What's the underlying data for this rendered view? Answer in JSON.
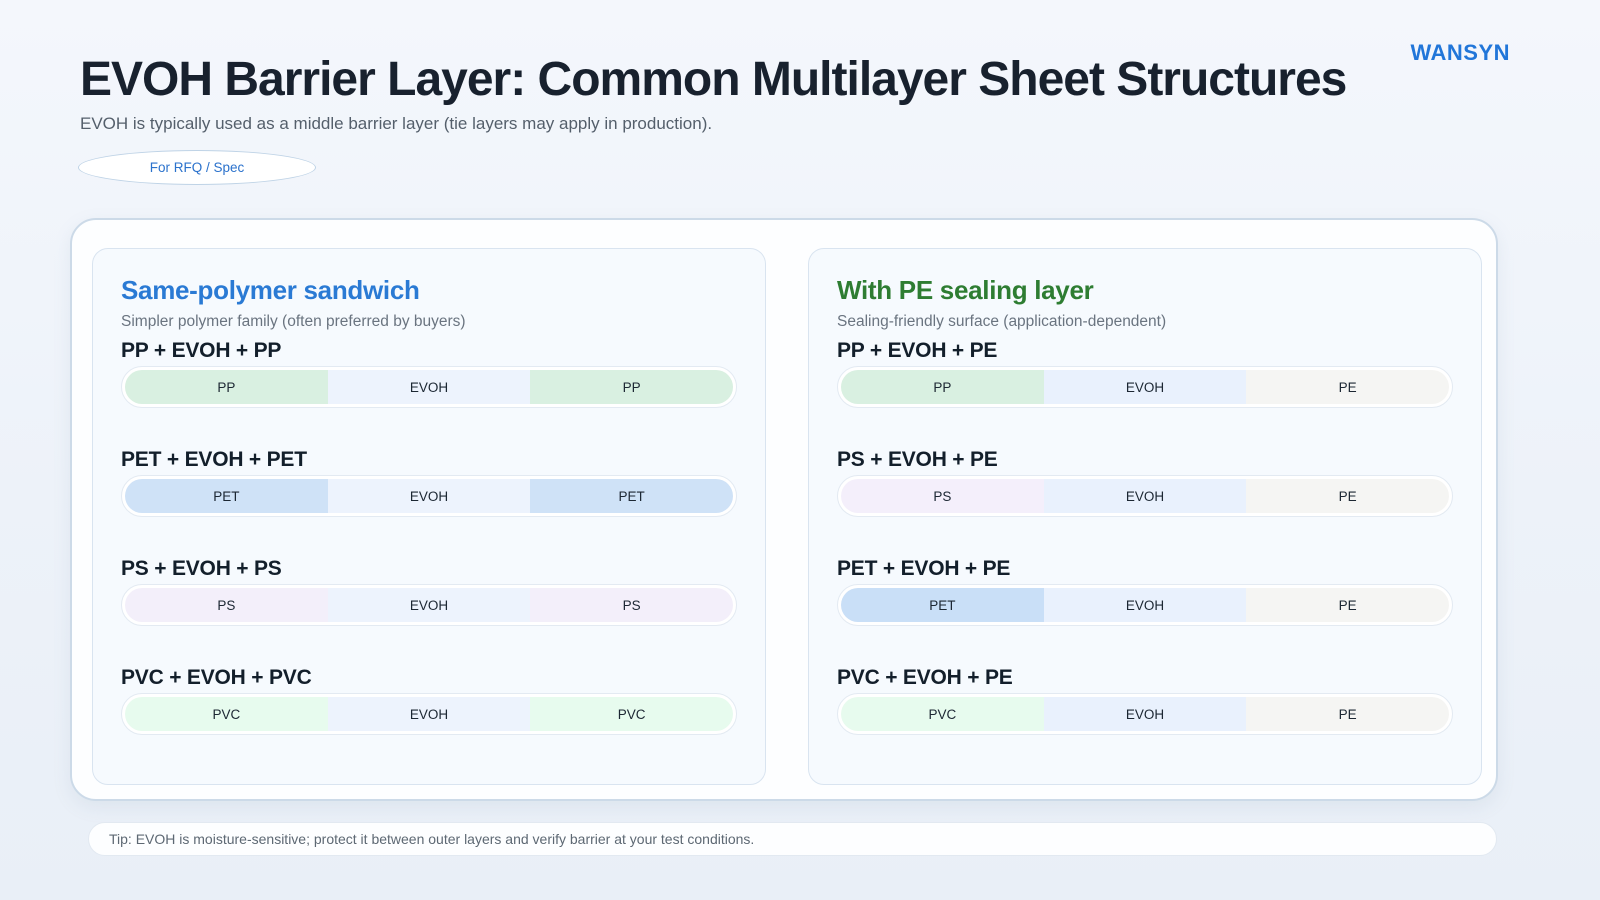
{
  "brand": "WANSYN",
  "header": {
    "title": "EVOH Barrier Layer: Common Multilayer Sheet Structures",
    "subtitle": "EVOH is typically used as a middle barrier layer (tie layers may apply in production).",
    "badge_label": "For RFQ / Spec"
  },
  "colors": {
    "logo_blue": "#2176d9",
    "panel_left_accent": "#2a7ad4",
    "panel_right_accent": "#2e7d32",
    "pp": "#d9f0e1",
    "pet_left": "#cfe2f7",
    "pet_right": "#c9dff7",
    "ps": "#f3effa",
    "pvc": "#e7fbee",
    "pe": "#f5f5f3",
    "evoh_left": "#edf3fd",
    "evoh_right": "#e9f1fd"
  },
  "panels": [
    {
      "title": "Same-polymer sandwich",
      "subtitle": "Simpler polymer family (often preferred by buyers)",
      "rows": [
        {
          "name": "PP + EVOH + PP",
          "segments": [
            {
              "label": "PP",
              "color": "#d9f0e1"
            },
            {
              "label": "EVOH",
              "color": "#edf3fd"
            },
            {
              "label": "PP",
              "color": "#d9f0e1"
            }
          ]
        },
        {
          "name": "PET + EVOH + PET",
          "segments": [
            {
              "label": "PET",
              "color": "#cfe2f7"
            },
            {
              "label": "EVOH",
              "color": "#edf3fd"
            },
            {
              "label": "PET",
              "color": "#cfe2f7"
            }
          ]
        },
        {
          "name": "PS + EVOH + PS",
          "segments": [
            {
              "label": "PS",
              "color": "#f3effa"
            },
            {
              "label": "EVOH",
              "color": "#edf3fd"
            },
            {
              "label": "PS",
              "color": "#f3effa"
            }
          ]
        },
        {
          "name": "PVC + EVOH + PVC",
          "segments": [
            {
              "label": "PVC",
              "color": "#e7fbee"
            },
            {
              "label": "EVOH",
              "color": "#edf3fd"
            },
            {
              "label": "PVC",
              "color": "#e7fbee"
            }
          ]
        }
      ]
    },
    {
      "title": "With PE sealing layer",
      "subtitle": "Sealing-friendly surface (application-dependent)",
      "rows": [
        {
          "name": "PP + EVOH + PE",
          "segments": [
            {
              "label": "PP",
              "color": "#d9f0e1"
            },
            {
              "label": "EVOH",
              "color": "#e9f1fd"
            },
            {
              "label": "PE",
              "color": "#f5f5f3"
            }
          ]
        },
        {
          "name": "PS + EVOH + PE",
          "segments": [
            {
              "label": "PS",
              "color": "#f4effb"
            },
            {
              "label": "EVOH",
              "color": "#e9f1fd"
            },
            {
              "label": "PE",
              "color": "#f5f5f3"
            }
          ]
        },
        {
          "name": "PET + EVOH + PE",
          "segments": [
            {
              "label": "PET",
              "color": "#c9dff7"
            },
            {
              "label": "EVOH",
              "color": "#e9f1fd"
            },
            {
              "label": "PE",
              "color": "#f5f5f3"
            }
          ]
        },
        {
          "name": "PVC + EVOH + PE",
          "segments": [
            {
              "label": "PVC",
              "color": "#e7fbee"
            },
            {
              "label": "EVOH",
              "color": "#e9f1fd"
            },
            {
              "label": "PE",
              "color": "#f5f5f3"
            }
          ]
        }
      ]
    }
  ],
  "footer": {
    "tip": "Tip: EVOH is moisture-sensitive; protect it between outer layers and verify barrier at your test conditions."
  }
}
